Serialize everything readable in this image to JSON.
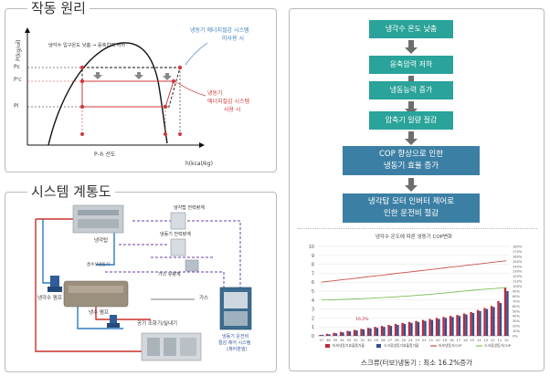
{
  "operating_principle": {
    "title": "작동 원리",
    "y_axis_label": "P(kg/㎠)",
    "x_axis_label": "h(kcal/kg)",
    "curve_label": "P–h 선도",
    "pressure_ticks": [
      "Pc",
      "P'c",
      "Pl"
    ],
    "note_temp_drop": "냉각수 입구온도 낮춤 → 응축압력 저하",
    "note_not_used": [
      "냉동기 에너지절감 시스템",
      "미사용 시"
    ],
    "note_used": [
      "냉동기",
      "에너지절감 시스템",
      "사용 시"
    ]
  },
  "system_diagram": {
    "title": "시스템 계통도",
    "labels": {
      "cooling_tower": "냉각탑",
      "tower_power_meter": "냉각탑 전력량계",
      "chiller_power_meter": "냉동기 전력량계",
      "gas_flow_meter": "가스 유량계",
      "gas": "가스",
      "cooling_water_pump": "냉각수 펌프",
      "absorption_chiller": "흡수식냉동기",
      "chilled_water_pump": "냉수 펌프",
      "air_handler": "공기 조화기/실내기",
      "control_system": [
        "냉동기 운전비",
        "절감 제어 시스템",
        "(제어판넬)"
      ]
    }
  },
  "flow": {
    "steps": [
      "냉각수 온도 낮춤",
      "응축압력 저하",
      "냉동능력 증가",
      "압축기 일량 절감"
    ],
    "result_1": [
      "COP 향상으로 인한",
      "냉동기 효율 증가"
    ],
    "result_2": [
      "냉각탑 모터 인버터 제어로",
      "인한 운전비 절감"
    ]
  },
  "chart_data": {
    "type": "bar",
    "title": "냉각수 온도에 따른 냉동기 COP변화",
    "xlabel": "",
    "ylabel": "",
    "categories": [
      "37",
      "36",
      "35",
      "34",
      "33",
      "32",
      "31",
      "30",
      "29",
      "28",
      "27",
      "26",
      "25",
      "24",
      "23",
      "22",
      "21",
      "20",
      "19",
      "18",
      "17",
      "16",
      "15",
      "14",
      "13",
      "12",
      "11",
      "10"
    ],
    "ylim": [
      0,
      10
    ],
    "y2lim": [
      0,
      1.8
    ],
    "yticks": [
      0,
      1,
      2,
      3,
      4,
      5,
      6,
      7,
      8,
      9,
      10
    ],
    "y2ticks": [
      "0%",
      "10%",
      "20%",
      "30%",
      "40%",
      "50%",
      "60%",
      "70%",
      "80%",
      "90%",
      "100%",
      "110%",
      "120%",
      "130%",
      "140%",
      "150%",
      "160%",
      "170%",
      "180%"
    ],
    "series": [
      {
        "name": "터보냉동기효율증가율",
        "kind": "bar",
        "axis": "y2",
        "color": "#c0283b",
        "values": [
          0.02,
          0.04,
          0.06,
          0.08,
          0.1,
          0.12,
          0.14,
          0.16,
          0.18,
          0.2,
          0.22,
          0.24,
          0.26,
          0.28,
          0.3,
          0.32,
          0.34,
          0.36,
          0.38,
          0.4,
          0.42,
          0.45,
          0.48,
          0.52,
          0.56,
          0.6,
          0.7,
          0.97
        ]
      },
      {
        "name": "스크류냉동기효율증가율",
        "kind": "bar",
        "axis": "y2",
        "color": "#2f4f8f",
        "values": [
          0.02,
          0.03,
          0.05,
          0.07,
          0.09,
          0.11,
          0.13,
          0.15,
          0.16,
          0.18,
          0.2,
          0.22,
          0.24,
          0.26,
          0.28,
          0.3,
          0.32,
          0.34,
          0.36,
          0.38,
          0.4,
          0.43,
          0.46,
          0.5,
          0.54,
          0.58,
          0.66,
          0.9
        ]
      },
      {
        "name": "터보냉동기COP",
        "kind": "line",
        "axis": "y",
        "color": "#c9504d",
        "values": [
          6.0,
          6.09,
          6.18,
          6.27,
          6.35,
          6.44,
          6.53,
          6.62,
          6.71,
          6.8,
          6.89,
          6.98,
          7.07,
          7.15,
          7.24,
          7.33,
          7.42,
          7.51,
          7.6,
          7.69,
          7.78,
          7.87,
          7.95,
          8.04,
          8.13,
          8.22,
          8.31,
          8.4
        ]
      },
      {
        "name": "스크류냉동기COP",
        "kind": "line",
        "axis": "y",
        "color": "#7cbf5b",
        "values": [
          4.0,
          4.02,
          4.04,
          4.07,
          4.1,
          4.13,
          4.16,
          4.2,
          4.24,
          4.28,
          4.32,
          4.37,
          4.42,
          4.47,
          4.53,
          4.59,
          4.65,
          4.72,
          4.79,
          4.86,
          4.94,
          5.02,
          5.1,
          5.16,
          5.22,
          5.28,
          5.34,
          5.4
        ]
      }
    ],
    "annotation": "16.2%",
    "caption": "스크류(터보)냉동기 : 최소 16.2%증가"
  }
}
